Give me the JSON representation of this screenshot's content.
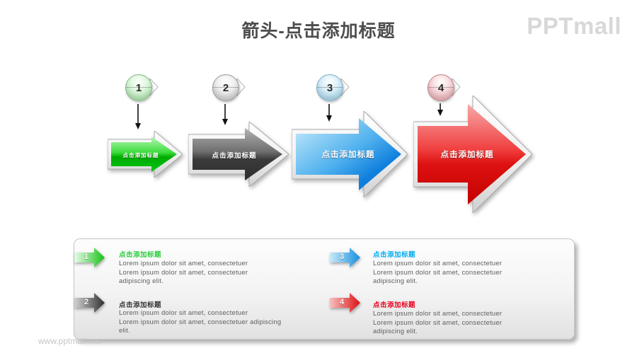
{
  "title": "箭头-点击添加标题",
  "brand": {
    "logo": "PPTmall",
    "watermark": "www.pptmall.net"
  },
  "steps": [
    {
      "number": "1",
      "label": "点击添加标题",
      "color": "#22cc22"
    },
    {
      "number": "2",
      "label": "点击添加标题",
      "color": "#4a4a4a"
    },
    {
      "number": "3",
      "label": "点击添加标题",
      "color": "#1588e8"
    },
    {
      "number": "4",
      "label": "点击添加标题",
      "color": "#e01010"
    }
  ],
  "panel": {
    "items": [
      {
        "number": "1",
        "title": "点击添加标题",
        "title_color": "#2ecc40",
        "lines": [
          "Lorem ipsum dolor sit amet, consectetuer",
          "Lorem ipsum dolor sit amet, consectetuer",
          "adipiscing elit."
        ]
      },
      {
        "number": "2",
        "title": "点击添加标题",
        "title_color": "#333333",
        "lines": [
          "Lorem ipsum dolor sit amet, consectetuer",
          "Lorem ipsum dolor sit amet, consectetuer adipiscing",
          "elit."
        ]
      },
      {
        "number": "3",
        "title": "点击添加标题",
        "title_color": "#00aeef",
        "lines": [
          "Lorem ipsum dolor sit amet, consectetuer",
          "Lorem ipsum dolor sit amet, consectetuer",
          "adipiscing elit."
        ]
      },
      {
        "number": "4",
        "title": "点击添加标题",
        "title_color": "#e8001c",
        "lines": [
          "Lorem ipsum dolor sit amet, consectetuer",
          "Lorem ipsum dolor sit amet, consectetuer",
          "adipiscing elit."
        ]
      }
    ]
  },
  "colors": {
    "title_text": "#4d4d4d",
    "logo": "#d8d8d8",
    "watermark": "#c6c6c6",
    "body_text": "#5f5f5f",
    "green": "#22cc22",
    "dark": "#444444",
    "blue": "#1588e8",
    "red": "#e01010"
  }
}
